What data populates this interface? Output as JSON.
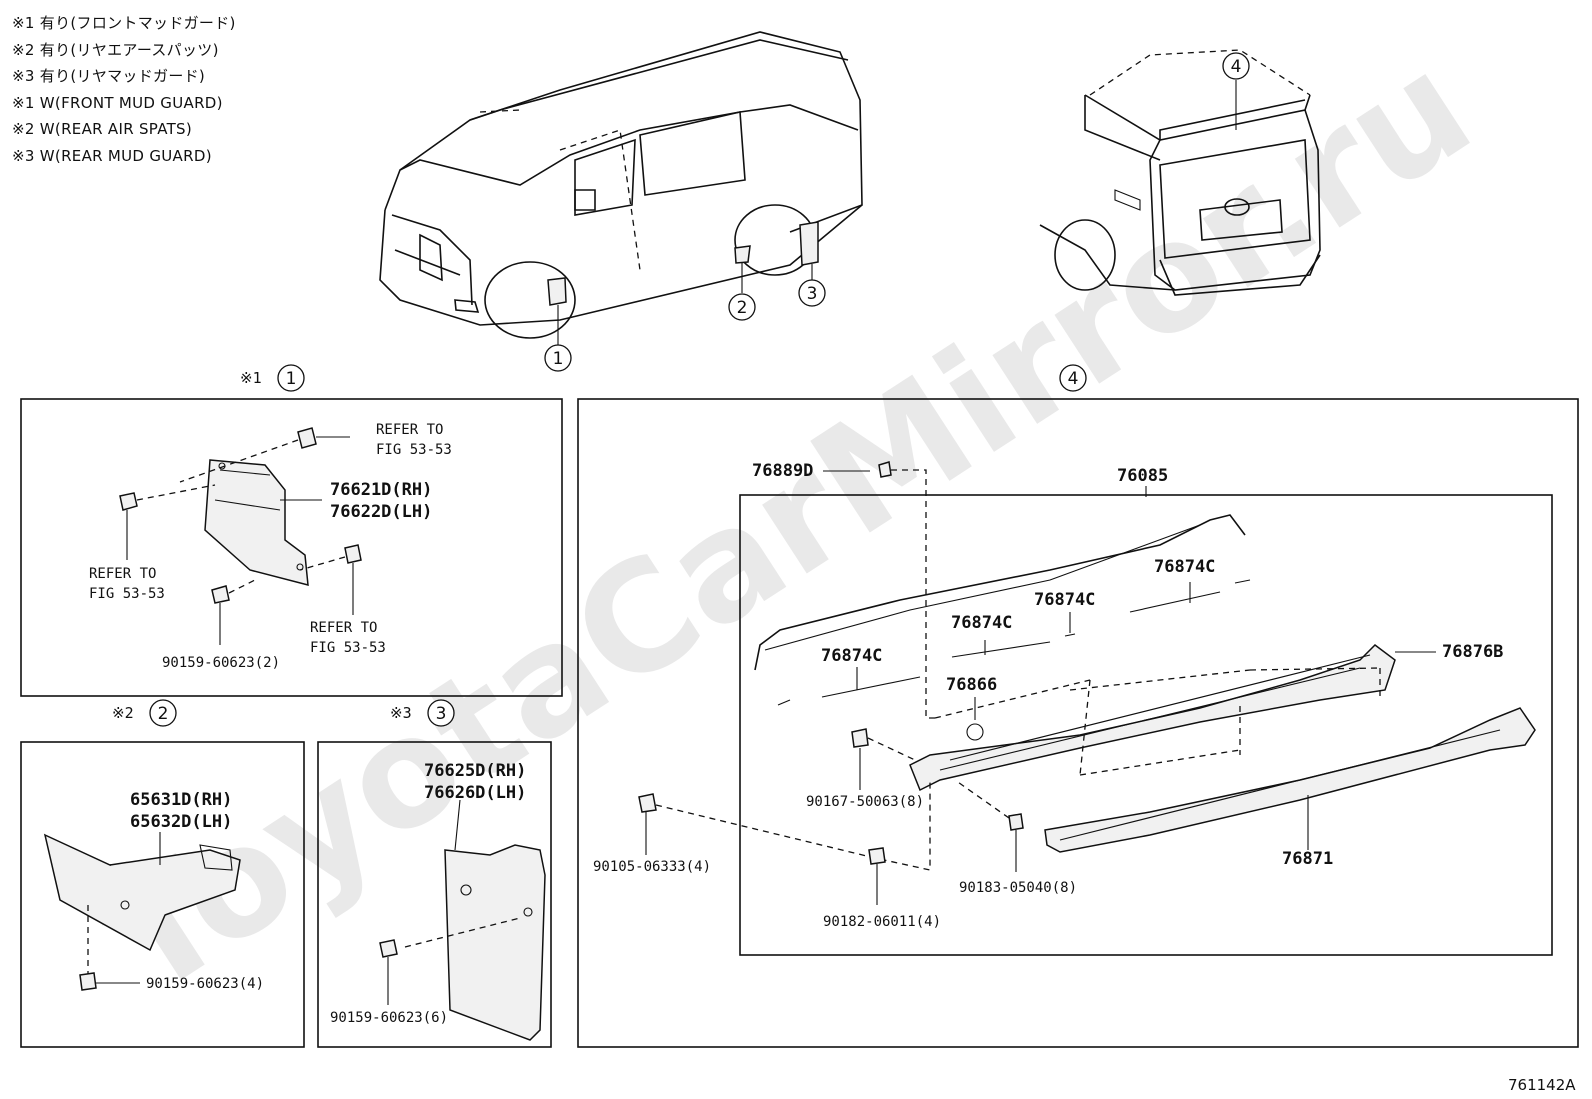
{
  "notes": [
    "※1 有り(フロントマッドガード)",
    "※2 有り(リヤエアースパッツ)",
    "※3 有り(リヤマッドガード)",
    "※1 W(FRONT MUD GUARD)",
    "※2 W(REAR AIR SPATS)",
    "※3 W(REAR MUD GUARD)"
  ],
  "watermark": "ToyotaCarMirror.ru",
  "callouts": {
    "c1": "1",
    "c2": "2",
    "c3": "3",
    "c4": "4"
  },
  "sections": {
    "s1": {
      "mark": "※1"
    },
    "s2": {
      "mark": "※2"
    },
    "s3": {
      "mark": "※3"
    }
  },
  "box1": {
    "ref_top": [
      "REFER TO",
      "FIG 53-53"
    ],
    "ref_left": [
      "REFER TO",
      "FIG 53-53"
    ],
    "ref_bottom": [
      "REFER TO",
      "FIG 53-53"
    ],
    "part_rh": "76621D(RH)",
    "part_lh": "76622D(LH)",
    "bolt": "90159-60623(2)"
  },
  "box2": {
    "part_rh": "65631D(RH)",
    "part_lh": "65632D(LH)",
    "bolt": "90159-60623(4)"
  },
  "box3": {
    "part_rh": "76625D(RH)",
    "part_lh": "76626D(LH)",
    "bolt": "90159-60623(6)"
  },
  "box4": {
    "p76889D": "76889D",
    "p76085": "76085",
    "p76874C_a": "76874C",
    "p76874C_b": "76874C",
    "p76874C_c": "76874C",
    "p76874C_d": "76874C",
    "p76876B": "76876B",
    "p76866": "76866",
    "p76871": "76871",
    "p90167": "90167-50063(8)",
    "p90105": "90105-06333(4)",
    "p90182": "90182-06011(4)",
    "p90183": "90183-05040(8)"
  },
  "figure_code": "761142A"
}
